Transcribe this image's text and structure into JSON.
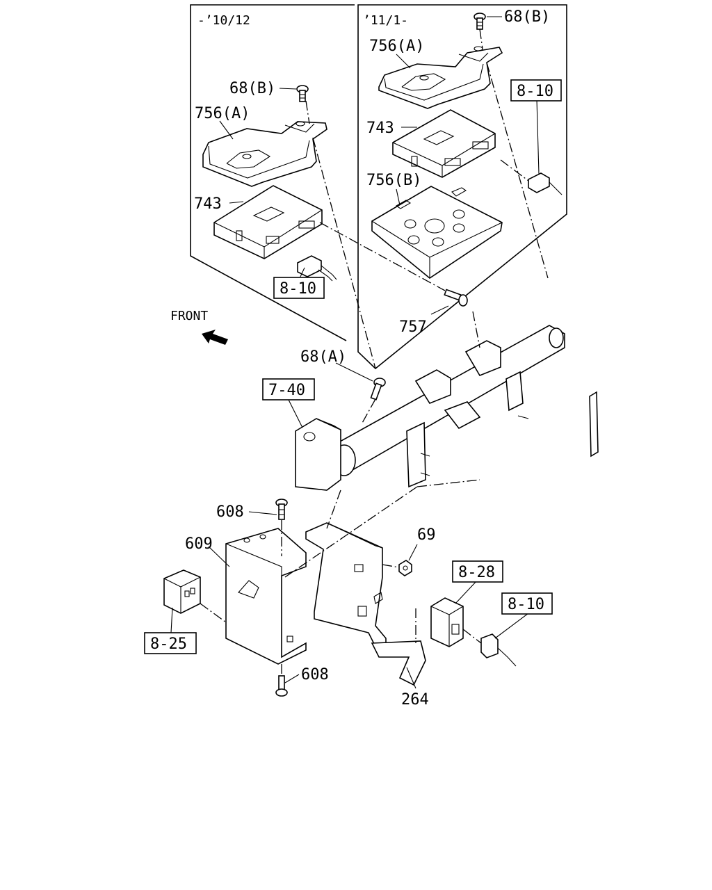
{
  "diagram": {
    "inset_left_date": "-’10/12",
    "inset_right_date": "’11/1-",
    "front_label": "FRONT",
    "callouts": {
      "c68b_left": "68(B)",
      "c756a_left": "756(A)",
      "c743_left": "743",
      "c810_left": "8-10",
      "c68b_right": "68(B)",
      "c756a_right": "756(A)",
      "c743_right": "743",
      "c756b_right": "756(B)",
      "c810_right": "8-10",
      "c757": "757",
      "c68a": "68(A)",
      "c740": "7-40",
      "c608_top": "608",
      "c609": "609",
      "c69": "69",
      "c828": "8-28",
      "c810_bottom": "8-10",
      "c825": "8-25",
      "c608_bottom": "608",
      "c264": "264"
    }
  }
}
